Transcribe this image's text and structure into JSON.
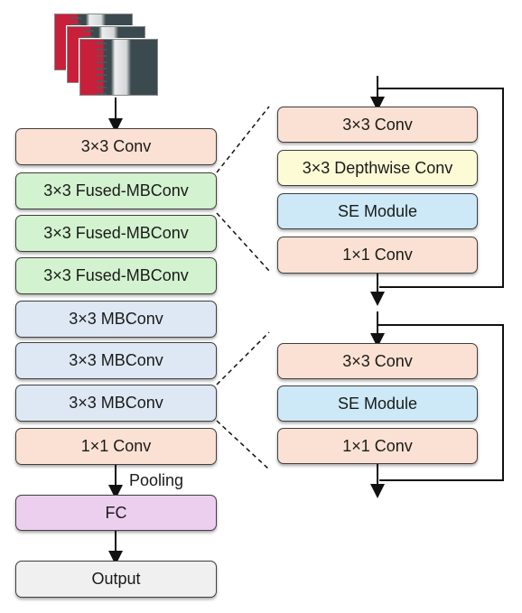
{
  "input_image": {
    "description": "input-image-stack"
  },
  "main": {
    "stem": "3×3 Conv",
    "fused1": "3×3 Fused-MBConv",
    "fused2": "3×3 Fused-MBConv",
    "fused3": "3×3 Fused-MBConv",
    "mb1": "3×3 MBConv",
    "mb2": "3×3 MBConv",
    "mb3": "3×3 MBConv",
    "head": "1×1 Conv",
    "pool_label": "Pooling",
    "fc": "FC",
    "output": "Output"
  },
  "fused_detail": {
    "b1": "3×3 Conv",
    "b2": "3×3 Depthwise Conv",
    "b3": "SE Module",
    "b4": "1×1 Conv"
  },
  "mb_detail": {
    "b1": "3×3 Conv",
    "b2": "SE Module",
    "b3": "1×1 Conv"
  },
  "colors": {
    "conv": "#fbe1d3",
    "fused": "#d3f2cf",
    "mbconv": "#dde8f4",
    "fc": "#eccfee",
    "output": "#f0f0f0",
    "depthwise": "#fdfbd6",
    "se": "#cde9f7"
  }
}
